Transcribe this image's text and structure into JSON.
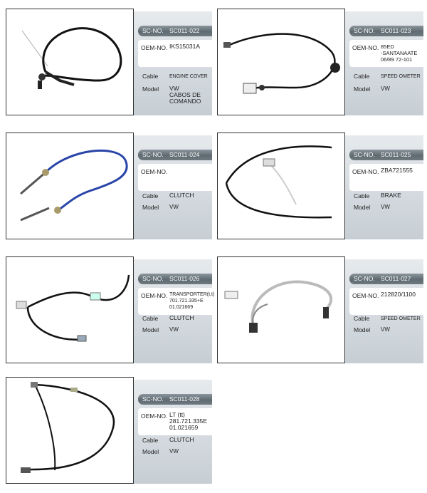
{
  "labels": {
    "sc": "SC-NO.",
    "oem": "OEM-NO.",
    "cable": "Cable",
    "model": "Model"
  },
  "items": [
    {
      "sc": "SC011-022",
      "oem": "IKS15031A",
      "cable": "ENGINE COVER",
      "model": "VW\nCABOS DE\nCOMANDO"
    },
    {
      "sc": "SC011-023",
      "oem": "85ED\n-SANTANAATE\n06/89 72-101",
      "cable": "SPEED OMETER",
      "model": "VW"
    },
    {
      "sc": "SC011-024",
      "oem": "",
      "cable": "CLUTCH",
      "model": "VW"
    },
    {
      "sc": "SC011-025",
      "oem": "ZBA721555",
      "cable": "BRAKE",
      "model": "VW"
    },
    {
      "sc": "SC011-026",
      "oem": "TRANSPORTER(t,t)\n701.721.335+E\n01.021669",
      "cable": "CLUTCH",
      "model": "VW"
    },
    {
      "sc": "SC011-027",
      "oem": "212820/1100",
      "cable": "SPEED OMETER",
      "model": "VW"
    },
    {
      "sc": "SC011-028",
      "oem": "LT (tt)\n281.721.335E\n01.021659",
      "cable": "CLUTCH",
      "model": "VW"
    }
  ]
}
